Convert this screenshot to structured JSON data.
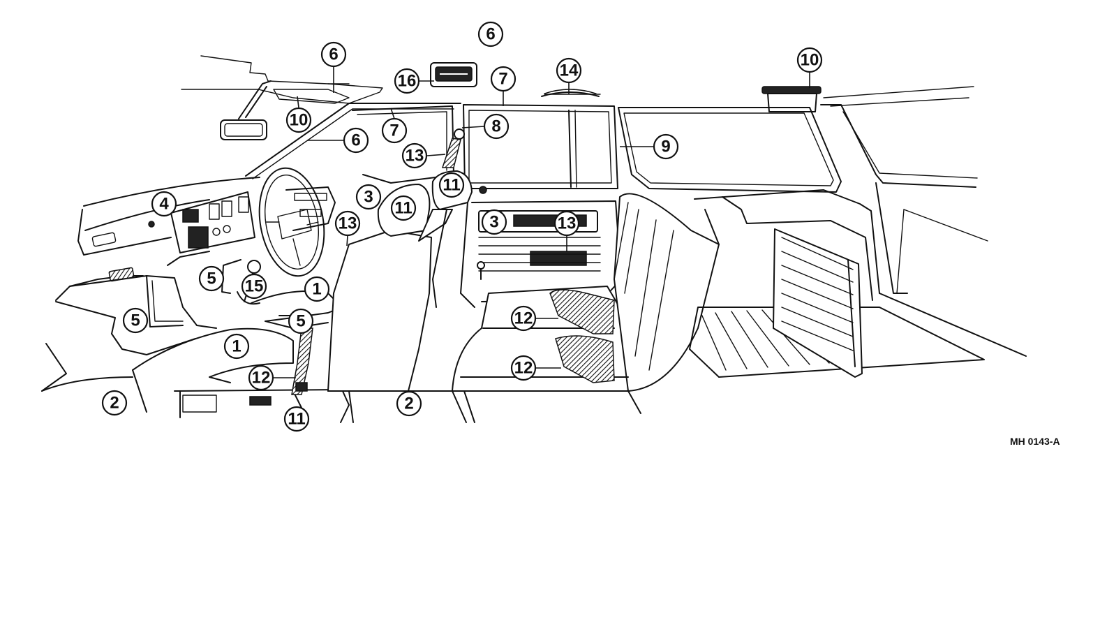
{
  "figure_code": "MH 0143-A",
  "callouts": [
    {
      "id": "c6-top",
      "number": "6"
    },
    {
      "id": "c6-visor",
      "number": "6"
    },
    {
      "id": "c16",
      "number": "16"
    },
    {
      "id": "c7-a",
      "number": "7"
    },
    {
      "id": "c14",
      "number": "14"
    },
    {
      "id": "c10-rear",
      "number": "10"
    },
    {
      "id": "c10-front",
      "number": "10"
    },
    {
      "id": "c7-b",
      "number": "7"
    },
    {
      "id": "c8",
      "number": "8"
    },
    {
      "id": "c6-pillar",
      "number": "6"
    },
    {
      "id": "c9",
      "number": "9"
    },
    {
      "id": "c13-pillar",
      "number": "13"
    },
    {
      "id": "c11-pillar",
      "number": "11"
    },
    {
      "id": "c4",
      "number": "4"
    },
    {
      "id": "c3-front",
      "number": "3"
    },
    {
      "id": "c11-headrest",
      "number": "11"
    },
    {
      "id": "c13-front",
      "number": "13"
    },
    {
      "id": "c3-rear",
      "number": "3"
    },
    {
      "id": "c13-rear",
      "number": "13"
    },
    {
      "id": "c5-kick",
      "number": "5"
    },
    {
      "id": "c15",
      "number": "15"
    },
    {
      "id": "c1-console",
      "number": "1"
    },
    {
      "id": "c5-side",
      "number": "5"
    },
    {
      "id": "c5-belt",
      "number": "5"
    },
    {
      "id": "c12-rear-top",
      "number": "12"
    },
    {
      "id": "c1-seat",
      "number": "1"
    },
    {
      "id": "c12-rear-bottom",
      "number": "12"
    },
    {
      "id": "c12-front",
      "number": "12"
    },
    {
      "id": "c2-front",
      "number": "2"
    },
    {
      "id": "c2-rear",
      "number": "2"
    },
    {
      "id": "c11-lower",
      "number": "11"
    }
  ]
}
